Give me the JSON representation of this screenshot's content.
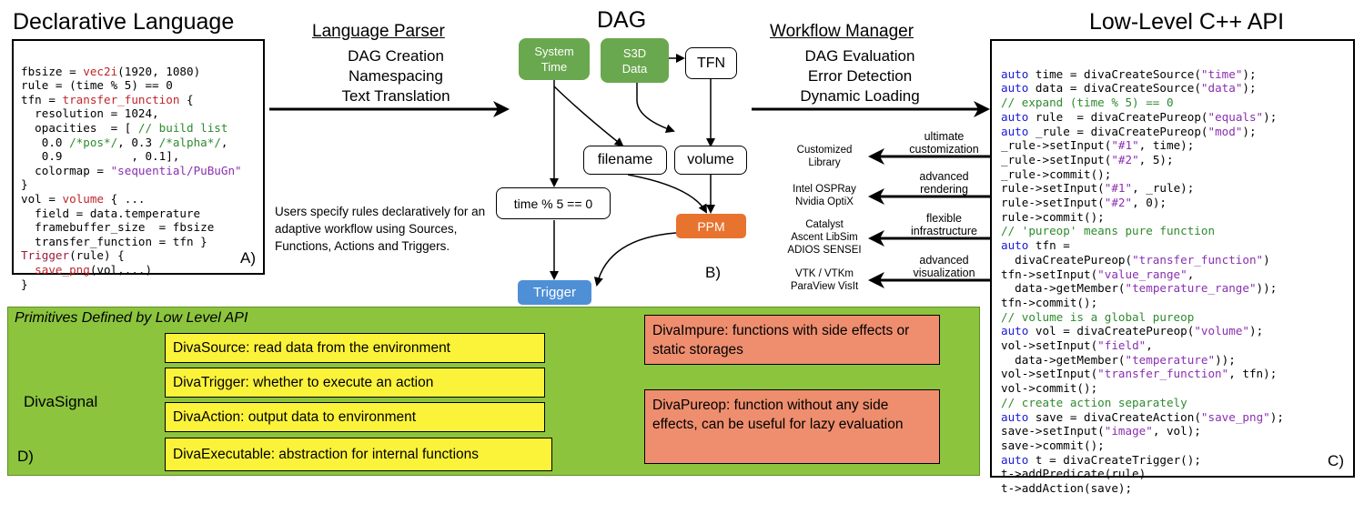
{
  "panelA": {
    "title": "Declarative Language",
    "label": "A)",
    "code": {
      "l1a": "fbsize = ",
      "l1b": "vec2i",
      "l1c": "(1920, 1080)",
      "l2": "rule = (time % 5) == 0",
      "l3a": "tfn = ",
      "l3b": "transfer_function",
      "l3c": " {",
      "l4": "  resolution = 1024,",
      "l5a": "  opacities  = [ ",
      "l5b": "// build list",
      "l6a": "   0.0 ",
      "l6b": "/*pos*/",
      "l6c": ", 0.3 ",
      "l6d": "/*alpha*/",
      "l6e": ",",
      "l7": "   0.9          , 0.1],",
      "l8a": "  colormap = ",
      "l8b": "\"sequential/PuBuGn\"",
      "l9": "}",
      "l10a": "vol = ",
      "l10b": "volume",
      "l10c": " { ...",
      "l11": "  field = data.temperature",
      "l12": "  framebuffer_size  = fbsize",
      "l13": "  transfer_function = tfn }",
      "l14a": "Trigger",
      "l14b": "(rule) {",
      "l15a": "  ",
      "l15b": "save_png",
      "l15c": "(vol,...)",
      "l16": "}"
    }
  },
  "parser": {
    "title": "Language Parser",
    "lines": [
      "DAG Creation",
      "Namespacing",
      "Text Translation"
    ],
    "description": "Users specify rules declaratively for an adaptive workflow using Sources, Functions, Actions and Triggers."
  },
  "dag": {
    "title": "DAG",
    "label": "B)",
    "nodes": {
      "system_time_1": "System",
      "system_time_2": "Time",
      "s3d_1": "S3D",
      "s3d_2": "Data",
      "tfn": "TFN",
      "filename": "filename",
      "volume": "volume",
      "condition": "time % 5 == 0",
      "ppm": "PPM",
      "trigger": "Trigger"
    }
  },
  "manager": {
    "title": "Workflow Manager",
    "lines": [
      "DAG Evaluation",
      "Error Detection",
      "Dynamic Loading"
    ],
    "arrows": [
      {
        "top": "ultimate",
        "bottom": "customization",
        "lib1": "Customized",
        "lib2": "Library"
      },
      {
        "top": "advanced",
        "bottom": "rendering",
        "lib1": "Intel OSPRay",
        "lib2": "Nvidia OptiX"
      },
      {
        "top": "flexible",
        "bottom": "infrastructure",
        "lib1": "Catalyst",
        "lib2": "Ascent  LibSim",
        "lib3": "ADIOS  SENSEI"
      },
      {
        "top": "advanced",
        "bottom": "visualization",
        "lib1": "VTK / VTKm",
        "lib2": "ParaView VisIt"
      }
    ]
  },
  "panelC": {
    "title": "Low-Level C++ API",
    "label": "C)",
    "code": {
      "c1a": "auto",
      "c1b": " time = diva",
      "c1c": "CreateSource(",
      "c1d": "\"time\"",
      "c1e": ");",
      "c2a": "auto",
      "c2b": " data = divaCreateSource(",
      "c2d": "\"data\"",
      "c2e": ");",
      "c3": "// expand (time % 5) == 0",
      "c4a": "auto",
      "c4b": " rule  = divaCreatePureop(",
      "c4d": "\"equals\"",
      "c4e": ");",
      "c5a": "auto",
      "c5b": " _rule = divaCreatePureop(",
      "c5d": "\"mod\"",
      "c5e": ");",
      "c6a": "_rule->setInput(",
      "c6b": "\"#1\"",
      "c6c": ", time);",
      "c7a": "_rule->setInput(",
      "c7b": "\"#2\"",
      "c7c": ", 5);",
      "c8": "_rule->commit();",
      "c9a": "rule->setInput(",
      "c9b": "\"#1\"",
      "c9c": ", _rule);",
      "c10a": "rule->setInput(",
      "c10b": "\"#2\"",
      "c10c": ", 0);",
      "c11": "rule->commit();",
      "c12": "// 'pureop' means pure function",
      "c13a": "auto",
      "c13b": " tfn =",
      "c14a": "  divaCreatePureop(",
      "c14b": "\"transfer_function\"",
      "c14c": ")",
      "c15a": "tfn->setInput(",
      "c15b": "\"value_range\"",
      "c15c": ",",
      "c16a": "  data->getMember(",
      "c16b": "\"temperature_range\"",
      "c16c": "));",
      "c17": "tfn->commit();",
      "c18": "// volume is a global pureop",
      "c19a": "auto",
      "c19b": " vol = divaCreatePureop(",
      "c19d": "\"volume\"",
      "c19e": ");",
      "c20a": "vol->setInput(",
      "c20b": "\"field\"",
      "c20c": ",",
      "c21a": "  data->getMember(",
      "c21b": "\"temperature\"",
      "c21c": "));",
      "c22a": "vol->setInput(",
      "c22b": "\"transfer_function\"",
      "c22c": ", tfn);",
      "c23": "vol->commit();",
      "c24": "// create action separately",
      "c25a": "auto",
      "c25b": " save = divaCreateAction(",
      "c25d": "\"save_png\"",
      "c25e": ");",
      "c26a": "save->setInput(",
      "c26b": "\"image\"",
      "c26c": ", vol);",
      "c27": "save->commit();",
      "c28a": "auto",
      "c28b": " t = divaCreateTrigger();",
      "c29": "t->addPredicate(rule)",
      "c30": "t->addAction(save);"
    }
  },
  "panelD": {
    "title": "Primitives Defined by Low Level API",
    "label": "D)",
    "signal": "DivaSignal",
    "primitives": [
      "DivaSource: read data from the environment",
      "DivaTrigger: whether to execute an action",
      "DivaAction: output data to environment",
      "DivaExecutable: abstraction for internal functions"
    ],
    "impure": "DivaImpure: functions with side effects or static storages",
    "pureop": "DivaPureop: function without any side effects, can be useful for lazy evaluation"
  },
  "colors": {
    "green_panel": "#8cc43e",
    "yellow_box": "#fbf33a",
    "salmon_box": "#ee8e6f",
    "green_node": "#6aa84f",
    "orange_node": "#e8732e",
    "blue_node": "#4f8fd6"
  }
}
